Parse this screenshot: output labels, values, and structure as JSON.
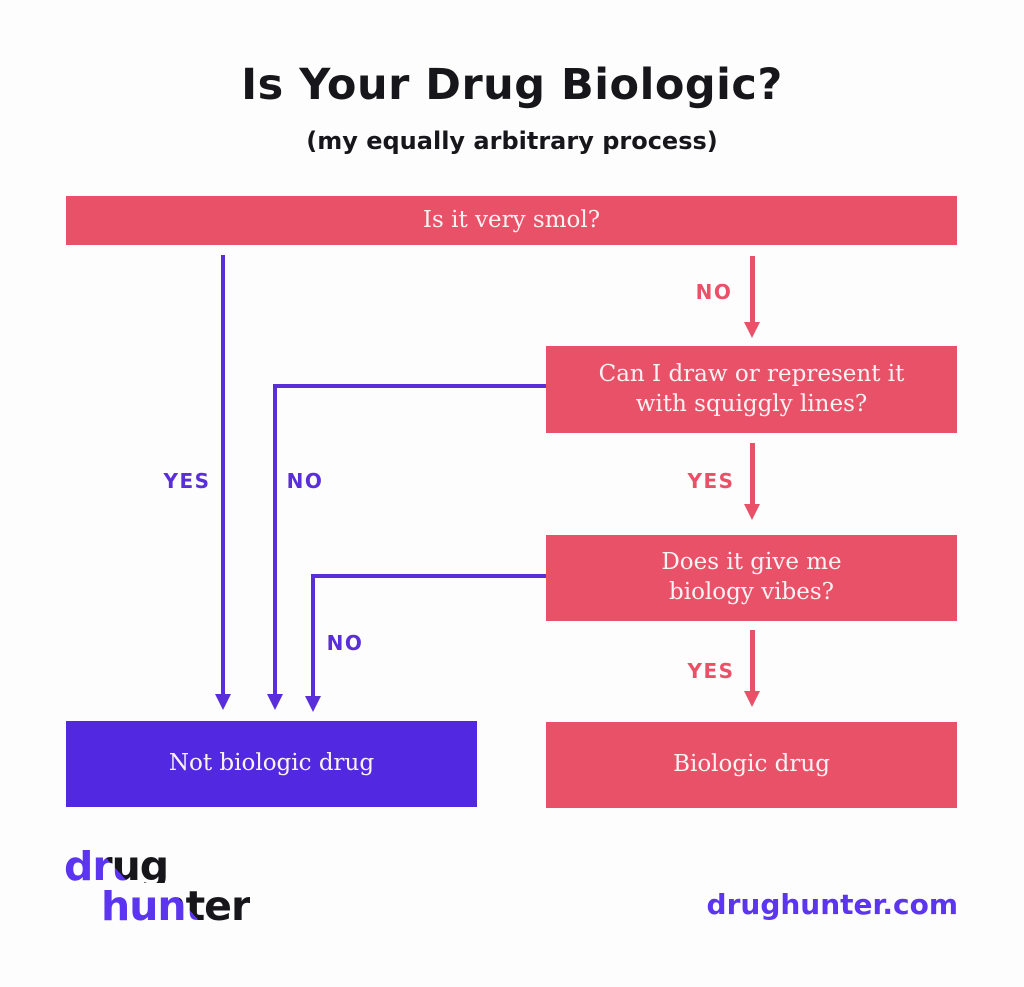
{
  "header": {
    "title": "Is Your Drug Biologic?",
    "subtitle": "(my equally arbitrary process)"
  },
  "colors": {
    "bg": "#fdfdfd",
    "ink": "#17171b",
    "pink": "#e85167",
    "purple_box": "#5229e0",
    "purple_line": "#5a2ed8",
    "logo_purple": "#5b35f0",
    "box_text": "#f9f2f3"
  },
  "flowchart": {
    "nodes": [
      {
        "id": "q1",
        "type": "question",
        "color": "pink",
        "lines": [
          "Is it very smol?"
        ]
      },
      {
        "id": "q2",
        "type": "question",
        "color": "pink",
        "lines": [
          "Can I draw or represent it",
          "with squiggly lines?"
        ]
      },
      {
        "id": "q3",
        "type": "question",
        "color": "pink",
        "lines": [
          "Does it give me",
          "biology vibes?"
        ]
      },
      {
        "id": "not-biologic",
        "type": "outcome",
        "color": "purple",
        "lines": [
          "Not biologic drug"
        ]
      },
      {
        "id": "biologic",
        "type": "outcome",
        "color": "pink",
        "lines": [
          "Biologic drug"
        ]
      }
    ],
    "edges": [
      {
        "from": "q1",
        "to": "q2",
        "label": "NO",
        "color": "pink"
      },
      {
        "from": "q1",
        "to": "not-biologic",
        "label": "YES",
        "color": "purple"
      },
      {
        "from": "q2",
        "to": "not-biologic",
        "label": "NO",
        "color": "purple"
      },
      {
        "from": "q2",
        "to": "q3",
        "label": "YES",
        "color": "pink"
      },
      {
        "from": "q3",
        "to": "not-biologic",
        "label": "NO",
        "color": "purple"
      },
      {
        "from": "q3",
        "to": "biologic",
        "label": "YES",
        "color": "pink"
      }
    ]
  },
  "footer": {
    "logo_line1": "drug",
    "logo_line2": "hunter",
    "website": "drughunter.com"
  }
}
